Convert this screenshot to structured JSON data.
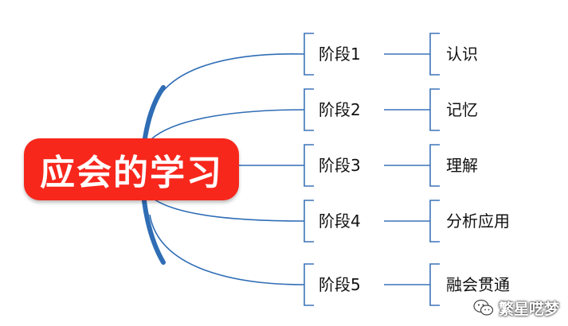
{
  "root": {
    "label": "应会的学习"
  },
  "stages": [
    {
      "label": "阶段1",
      "leaf": "认识"
    },
    {
      "label": "阶段2",
      "leaf": "记忆"
    },
    {
      "label": "阶段3",
      "leaf": "理解"
    },
    {
      "label": "阶段4",
      "leaf": "分析应用"
    },
    {
      "label": "阶段5",
      "leaf": "融会贯通"
    }
  ],
  "watermark": {
    "text": "繁星呓梦",
    "icon": "wechat-icon"
  },
  "colors": {
    "root_fill": "#f7271c",
    "root_text": "#ffffff",
    "branch_line": "#2f6db5",
    "bracket_line": "#3b74b8"
  }
}
